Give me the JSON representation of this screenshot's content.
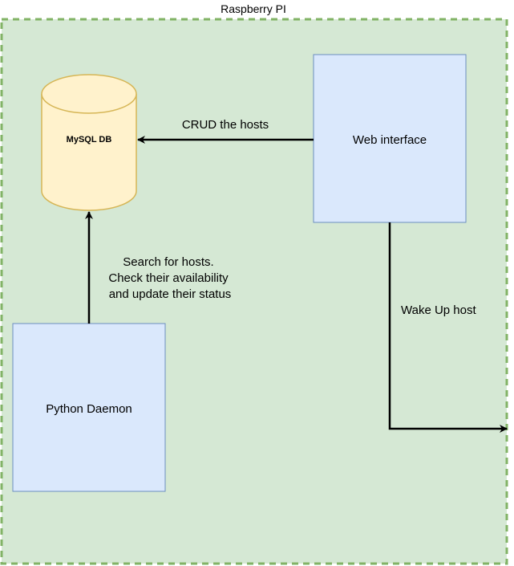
{
  "container": {
    "title": "Raspberry PI",
    "fill": "#d5e8d4",
    "border": "#82b366"
  },
  "nodes": {
    "database": {
      "label": "MySQL DB",
      "fill": "#fff2cc",
      "border": "#d6b656"
    },
    "web_interface": {
      "label": "Web interface",
      "fill": "#dae8fc",
      "border": "#6c8ebf"
    },
    "python_daemon": {
      "label": "Python Daemon",
      "fill": "#dae8fc",
      "border": "#6c8ebf"
    }
  },
  "edges": {
    "crud": {
      "label": "CRUD the hosts"
    },
    "daemon_to_db": {
      "label_lines": [
        "Search for hosts.",
        "Check their availability",
        "and update their status"
      ]
    },
    "wake_up": {
      "label": "Wake Up host"
    }
  }
}
